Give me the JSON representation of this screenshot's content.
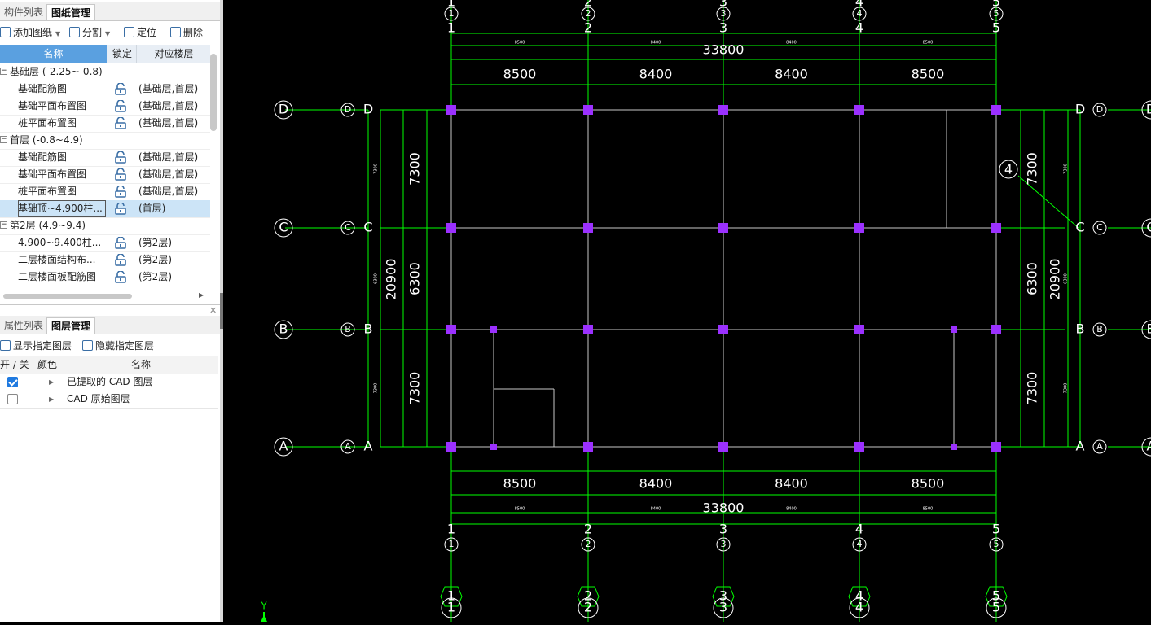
{
  "drawing_panel": {
    "tabs": [
      "构件列表",
      "图纸管理"
    ],
    "toolbar": {
      "add": "添加图纸",
      "split": "分割",
      "locate": "定位",
      "delete": "删除"
    },
    "columns": {
      "name": "名称",
      "lock": "锁定",
      "floor": "对应楼层"
    },
    "rows": [
      {
        "kind": "group",
        "name": "基础层 (-2.25~-0.8)"
      },
      {
        "kind": "item",
        "name": "基础配筋图",
        "floor": "(基础层,首层)"
      },
      {
        "kind": "item",
        "name": "基础平面布置图",
        "floor": "(基础层,首层)"
      },
      {
        "kind": "item",
        "name": "桩平面布置图",
        "floor": "(基础层,首层)"
      },
      {
        "kind": "group",
        "name": "首层 (-0.8~4.9)"
      },
      {
        "kind": "item",
        "name": "基础配筋图",
        "floor": "(基础层,首层)"
      },
      {
        "kind": "item",
        "name": "基础平面布置图",
        "floor": "(基础层,首层)"
      },
      {
        "kind": "item",
        "name": "桩平面布置图",
        "floor": "(基础层,首层)"
      },
      {
        "kind": "item",
        "name": "基础顶~4.900柱...",
        "floor": "(首层)",
        "selected": true
      },
      {
        "kind": "group",
        "name": "第2层 (4.9~9.4)"
      },
      {
        "kind": "item",
        "name": "4.900~9.400柱...",
        "floor": "(第2层)"
      },
      {
        "kind": "item",
        "name": "二层楼面结构布...",
        "floor": "(第2层)"
      },
      {
        "kind": "item",
        "name": "二层楼面板配筋图",
        "floor": "(第2层)"
      }
    ]
  },
  "layer_panel": {
    "tabs": [
      "属性列表",
      "图层管理"
    ],
    "toolbar": {
      "show": "显示指定图层",
      "hide": "隐藏指定图层"
    },
    "columns": {
      "toggle": "开 / 关",
      "color": "颜色",
      "name": "名称"
    },
    "rows": [
      {
        "name": "已提取的 CAD 图层",
        "on": true
      },
      {
        "name": "CAD 原始图层",
        "on": false
      }
    ]
  },
  "cad": {
    "colors": {
      "axis": "#00ff00",
      "grid": "#c8c8c8",
      "column": "#9b30ff",
      "text": "#ffffff"
    },
    "axis_numbers": [
      "1",
      "2",
      "3",
      "4",
      "5"
    ],
    "axis_letters": [
      "A",
      "B",
      "C",
      "D"
    ],
    "x_dims": [
      "8500",
      "8400",
      "8400",
      "8500"
    ],
    "x_total": "33800",
    "y_dims": [
      "7300",
      "6300",
      "7300"
    ],
    "y_total": "20900",
    "callout": "4",
    "ucs_label": "Y"
  }
}
